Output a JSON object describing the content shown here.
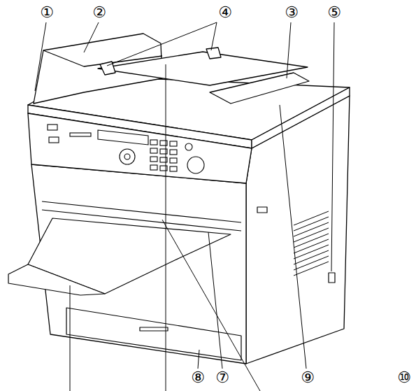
{
  "diagram": {
    "labels": [
      "①",
      "②",
      "④",
      "③",
      "⑤",
      "⑧",
      "⑦",
      "⑨",
      "⑩"
    ]
  }
}
